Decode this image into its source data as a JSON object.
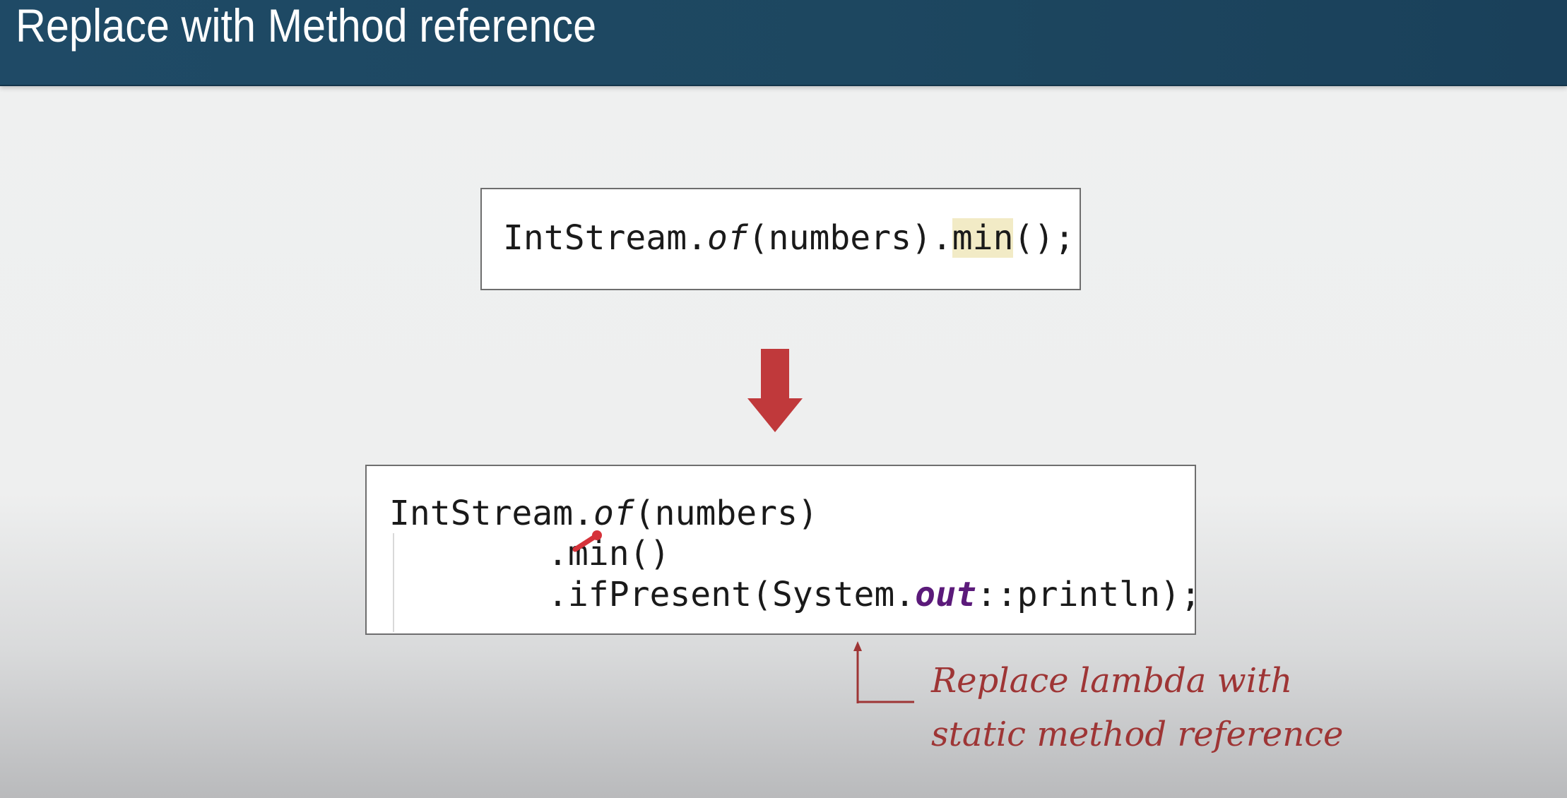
{
  "slide": {
    "title": "Replace with Method reference"
  },
  "before_code": {
    "part1": "IntStream.",
    "part2": "of",
    "part3": "(numbers).",
    "part4": "min",
    "part5": "();"
  },
  "after_code": {
    "line1_a": "IntStream.",
    "line1_b": "of",
    "line1_c": "(numbers)",
    "line2": ".min()",
    "line3_a": ".ifPresent(System.",
    "line3_b": "out",
    "line3_c": "::println);"
  },
  "annotation": {
    "line1": "Replace lambda with",
    "line2": "static method reference"
  },
  "colors": {
    "header": "#1f4a66",
    "arrow": "#c0393b",
    "annotation": "#9e3535",
    "highlight": "#f2ebc6",
    "field": "#5b1a7a"
  },
  "icons": {
    "transform_arrow": "down-arrow-icon",
    "annotation_pointer": "up-arrow-icon"
  }
}
